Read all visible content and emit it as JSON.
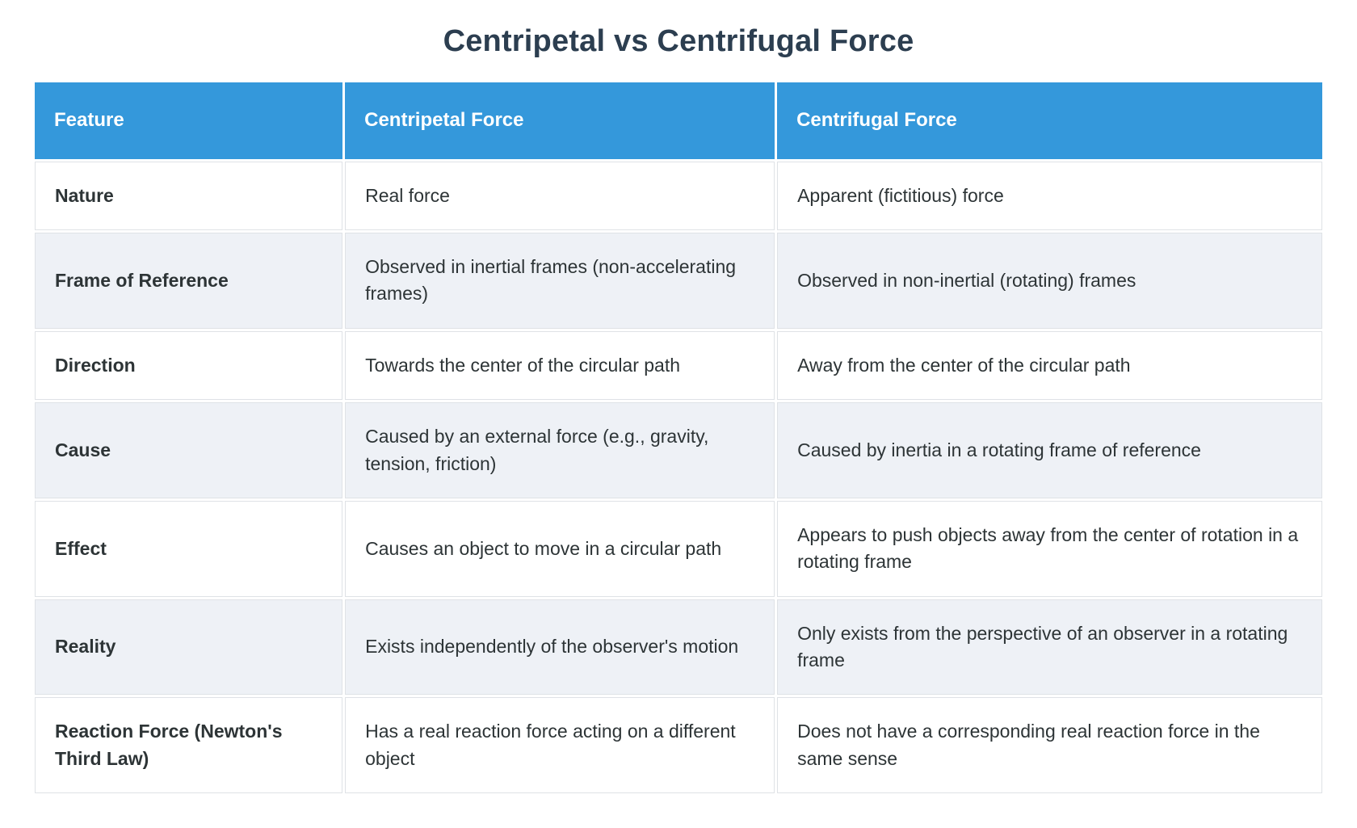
{
  "page": {
    "title": "Centripetal vs Centrifugal Force"
  },
  "colors": {
    "header_bg": "#3498db",
    "header_text": "#ffffff",
    "row_bg": "#ffffff",
    "row_alt_bg": "#eef1f6",
    "border": "#dfe2e6",
    "title_text": "#2c3e50",
    "body_text": "#2d3436"
  },
  "table": {
    "columns": [
      "Feature",
      "Centripetal Force",
      "Centrifugal Force"
    ],
    "rows": [
      {
        "feature": "Nature",
        "centripetal": "Real force",
        "centrifugal": "Apparent (fictitious) force"
      },
      {
        "feature": "Frame of Reference",
        "centripetal": "Observed in inertial frames (non-accelerating frames)",
        "centrifugal": "Observed in non-inertial (rotating) frames"
      },
      {
        "feature": "Direction",
        "centripetal": "Towards the center of the circular path",
        "centrifugal": "Away from the center of the circular path"
      },
      {
        "feature": "Cause",
        "centripetal": "Caused by an external force (e.g., gravity, tension, friction)",
        "centrifugal": "Caused by inertia in a rotating frame of reference"
      },
      {
        "feature": "Effect",
        "centripetal": "Causes an object to move in a circular path",
        "centrifugal": "Appears to push objects away from the center of rotation in a rotating frame"
      },
      {
        "feature": "Reality",
        "centripetal": "Exists independently of the observer's motion",
        "centrifugal": "Only exists from the perspective of an observer in a rotating frame"
      },
      {
        "feature": "Reaction Force (Newton's Third Law)",
        "centripetal": "Has a real reaction force acting on a different object",
        "centrifugal": "Does not have a corresponding real reaction force in the same sense"
      }
    ]
  }
}
